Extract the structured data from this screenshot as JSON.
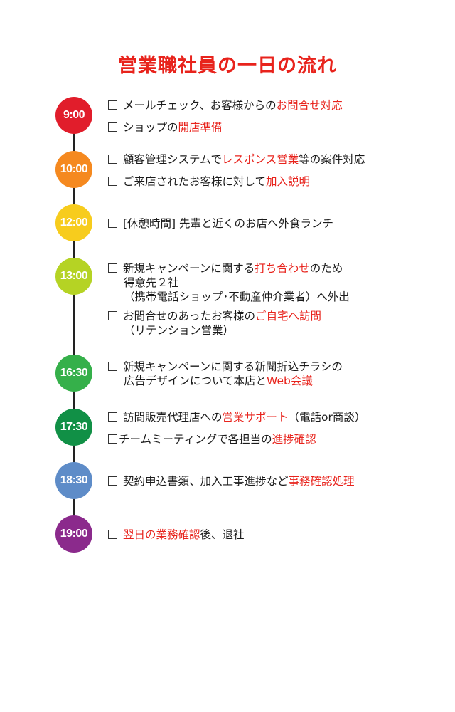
{
  "title": "営業職社員の一日の流れ",
  "colors": {
    "accent": "#e8231c",
    "t0900": "#e11d2b",
    "t1000": "#f5891f",
    "t1200": "#f7cc1d",
    "t1300": "#b5d324",
    "t1630": "#35b04a",
    "t1730": "#119046",
    "t1830": "#5e8cc8",
    "t1900": "#8b2a8c"
  },
  "times": [
    "9:00",
    "10:00",
    "12:00",
    "13:00",
    "16:30",
    "17:30",
    "18:30",
    "19:00"
  ],
  "tasks": {
    "t0900_a": {
      "pre": "メールチェック、お客様からの",
      "hl": "お問合せ対応",
      "post": ""
    },
    "t0900_b": {
      "pre": "ショップの",
      "hl": "開店準備",
      "post": ""
    },
    "t1000_a": {
      "pre": "顧客管理システムで",
      "hl": "レスポンス営業",
      "post": "等の案件対応"
    },
    "t1000_b": {
      "pre": "ご来店されたお客様に対して",
      "hl": "加入説明",
      "post": ""
    },
    "t1200_a": {
      "pre": "[休憩時間] 先輩と近くのお店へ外食ランチ",
      "hl": "",
      "post": ""
    },
    "t1300_a": {
      "pre": "新規キャンペーンに関する",
      "hl": "打ち合わせ",
      "post": "のため",
      "line2": "得意先２社",
      "line3": "（携帯電話ショップ･不動産仲介業者）へ外出"
    },
    "t1300_b": {
      "pre": "お問合せのあったお客様の",
      "hl": "ご自宅へ訪問",
      "post": "",
      "line2": "（リテンション営業）"
    },
    "t1630_a": {
      "pre": "新規キャンペーンに関する新聞折込チラシの",
      "line2_pre": "広告デザインについて本店と",
      "line2_hl": "Web会議"
    },
    "t1730_a": {
      "pre": "訪問販売代理店への",
      "hl": "営業サポート",
      "post": "（電話or商談）"
    },
    "t1730_b": {
      "pre": "チームミーティングで各担当の",
      "hl": "進捗確認",
      "post": ""
    },
    "t1830_a": {
      "pre": "契約申込書類、加入工事進捗など",
      "hl": "事務確認処理",
      "post": ""
    },
    "t1900_a": {
      "pre": "",
      "hl": "翌日の業務確認",
      "post": "後、退社"
    }
  }
}
